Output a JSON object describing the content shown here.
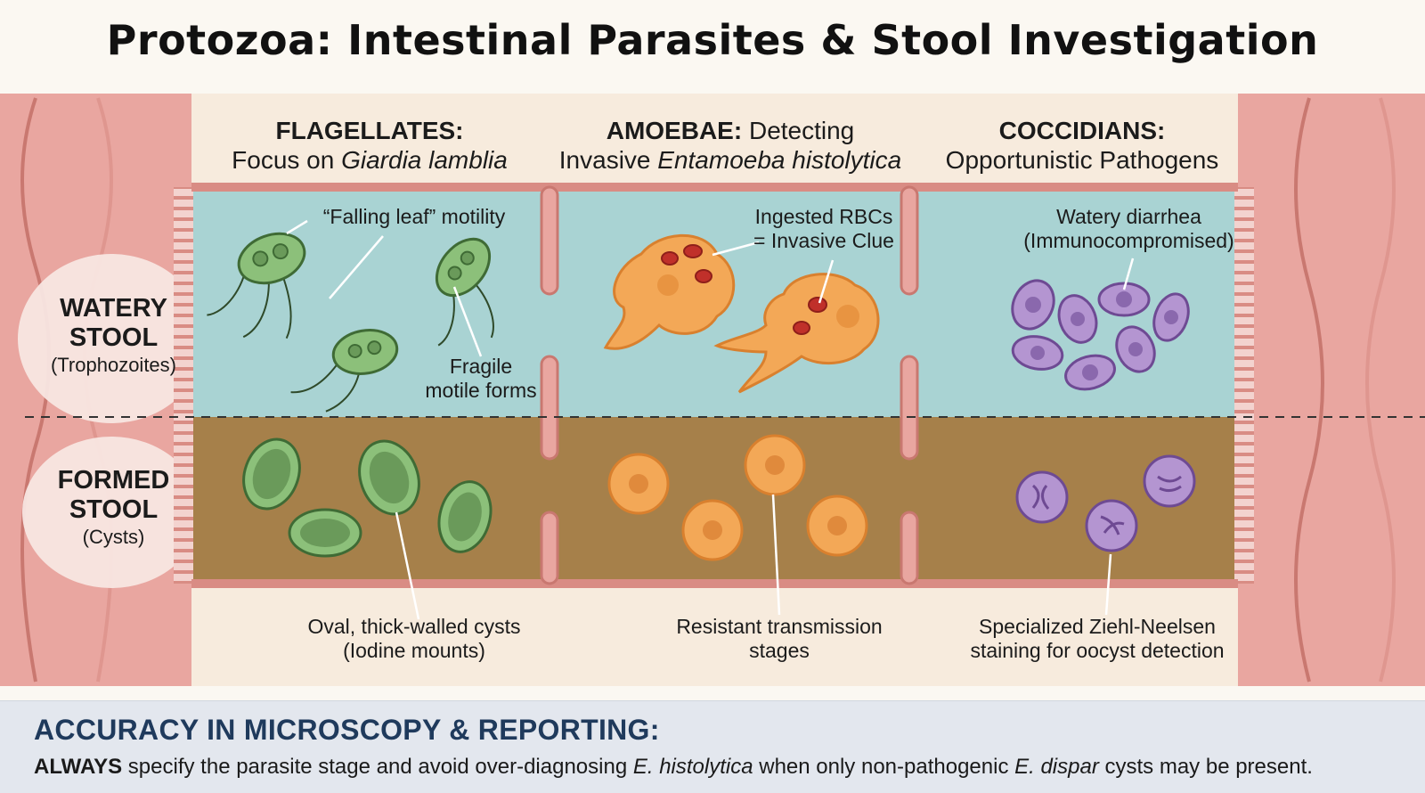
{
  "title": "Protozoa: Intestinal Parasites & Stool Investigation",
  "columns": {
    "flagellates": {
      "label": "FLAGELLATES:",
      "sub_prefix": "Focus on ",
      "sub_italic": "Giardia lamblia",
      "annotations": {
        "motility": "“Falling leaf” motility",
        "fragile_line1": "Fragile",
        "fragile_line2": "motile forms",
        "cyst_line1": "Oval, thick-walled cysts",
        "cyst_line2": "(Iodine mounts)"
      }
    },
    "amoebae": {
      "label": "AMOEBAE:",
      "label_rest": " Detecting",
      "sub_prefix": "Invasive ",
      "sub_italic": "Entamoeba histolytica",
      "annotations": {
        "rbc_line1": "Ingested RBCs",
        "rbc_line2": "= Invasive Clue",
        "resistant_line1": "Resistant transmission",
        "resistant_line2": "stages"
      }
    },
    "coccidians": {
      "label": "COCCIDIANS:",
      "sub": "Opportunistic Pathogens",
      "annotations": {
        "watery_line1": "Watery diarrhea",
        "watery_line2": "(Immunocompromised)",
        "zn_line1": "Specialized Ziehl-Neelsen",
        "zn_line2": "staining for oocyst detection"
      }
    }
  },
  "rows": {
    "watery": {
      "line1": "WATERY",
      "line2": "STOOL",
      "sub": "(Trophozoites)"
    },
    "formed": {
      "line1": "FORMED",
      "line2": "STOOL",
      "sub": "(Cysts)"
    }
  },
  "footer": {
    "title": "ACCURACY IN MICROSCOPY & REPORTING:",
    "bold_lead": "ALWAYS",
    "text_1": " specify the parasite stage and avoid over-diagnosing ",
    "italic_1": "E. histolytica",
    "text_2": " when only non-pathogenic ",
    "italic_2": "E. dispar",
    "text_3": " cysts may be present."
  },
  "colors": {
    "intestine_wall": "#e9a6a0",
    "intestine_dark": "#c97870",
    "watery_fluid": "#a9d3d3",
    "formed_stool": "#a6804a",
    "giardia": "#8cc07a",
    "amoeba": "#f3a857",
    "rbc": "#c0302a",
    "coccidian": "#b495d1",
    "footer_title": "#1f3a5c"
  }
}
